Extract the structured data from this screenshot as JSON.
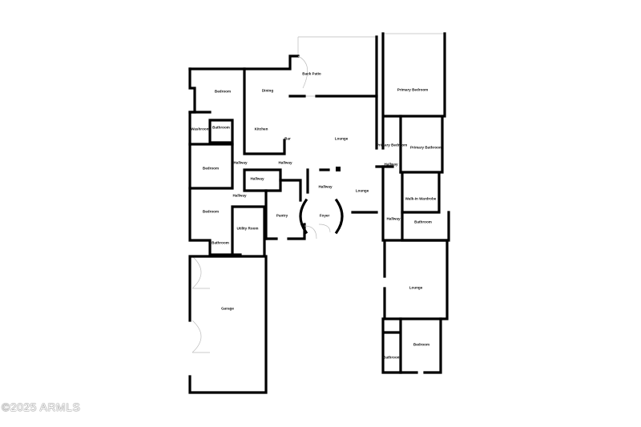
{
  "rooms": [
    {
      "name": "Back Patio"
    },
    {
      "name": "Dining"
    },
    {
      "name": "Bedroom"
    },
    {
      "name": "Primary Bedroom"
    },
    {
      "name": "Washroom"
    },
    {
      "name": "Bathroom"
    },
    {
      "name": "Kitchen"
    },
    {
      "name": "Bar"
    },
    {
      "name": "Lounge"
    },
    {
      "name": "Primary Bedroom"
    },
    {
      "name": "Primary Bathroom"
    },
    {
      "name": "Bedroom"
    },
    {
      "name": "Hallway"
    },
    {
      "name": "Hallway"
    },
    {
      "name": "Hallway"
    },
    {
      "name": "Hallway"
    },
    {
      "name": "Hallway"
    },
    {
      "name": "Lounge"
    },
    {
      "name": "Walk-in Wardrobe"
    },
    {
      "name": "Hallway"
    },
    {
      "name": "Bedroom"
    },
    {
      "name": "Hallway"
    },
    {
      "name": "Pantry"
    },
    {
      "name": "Foyer"
    },
    {
      "name": "Bathroom"
    },
    {
      "name": "Utility Room"
    },
    {
      "name": "Bathroom"
    },
    {
      "name": "Lounge"
    },
    {
      "name": "Garage"
    },
    {
      "name": "Bedroom"
    },
    {
      "name": "Bathroom"
    }
  ],
  "watermark": "©2025 ARMLS"
}
